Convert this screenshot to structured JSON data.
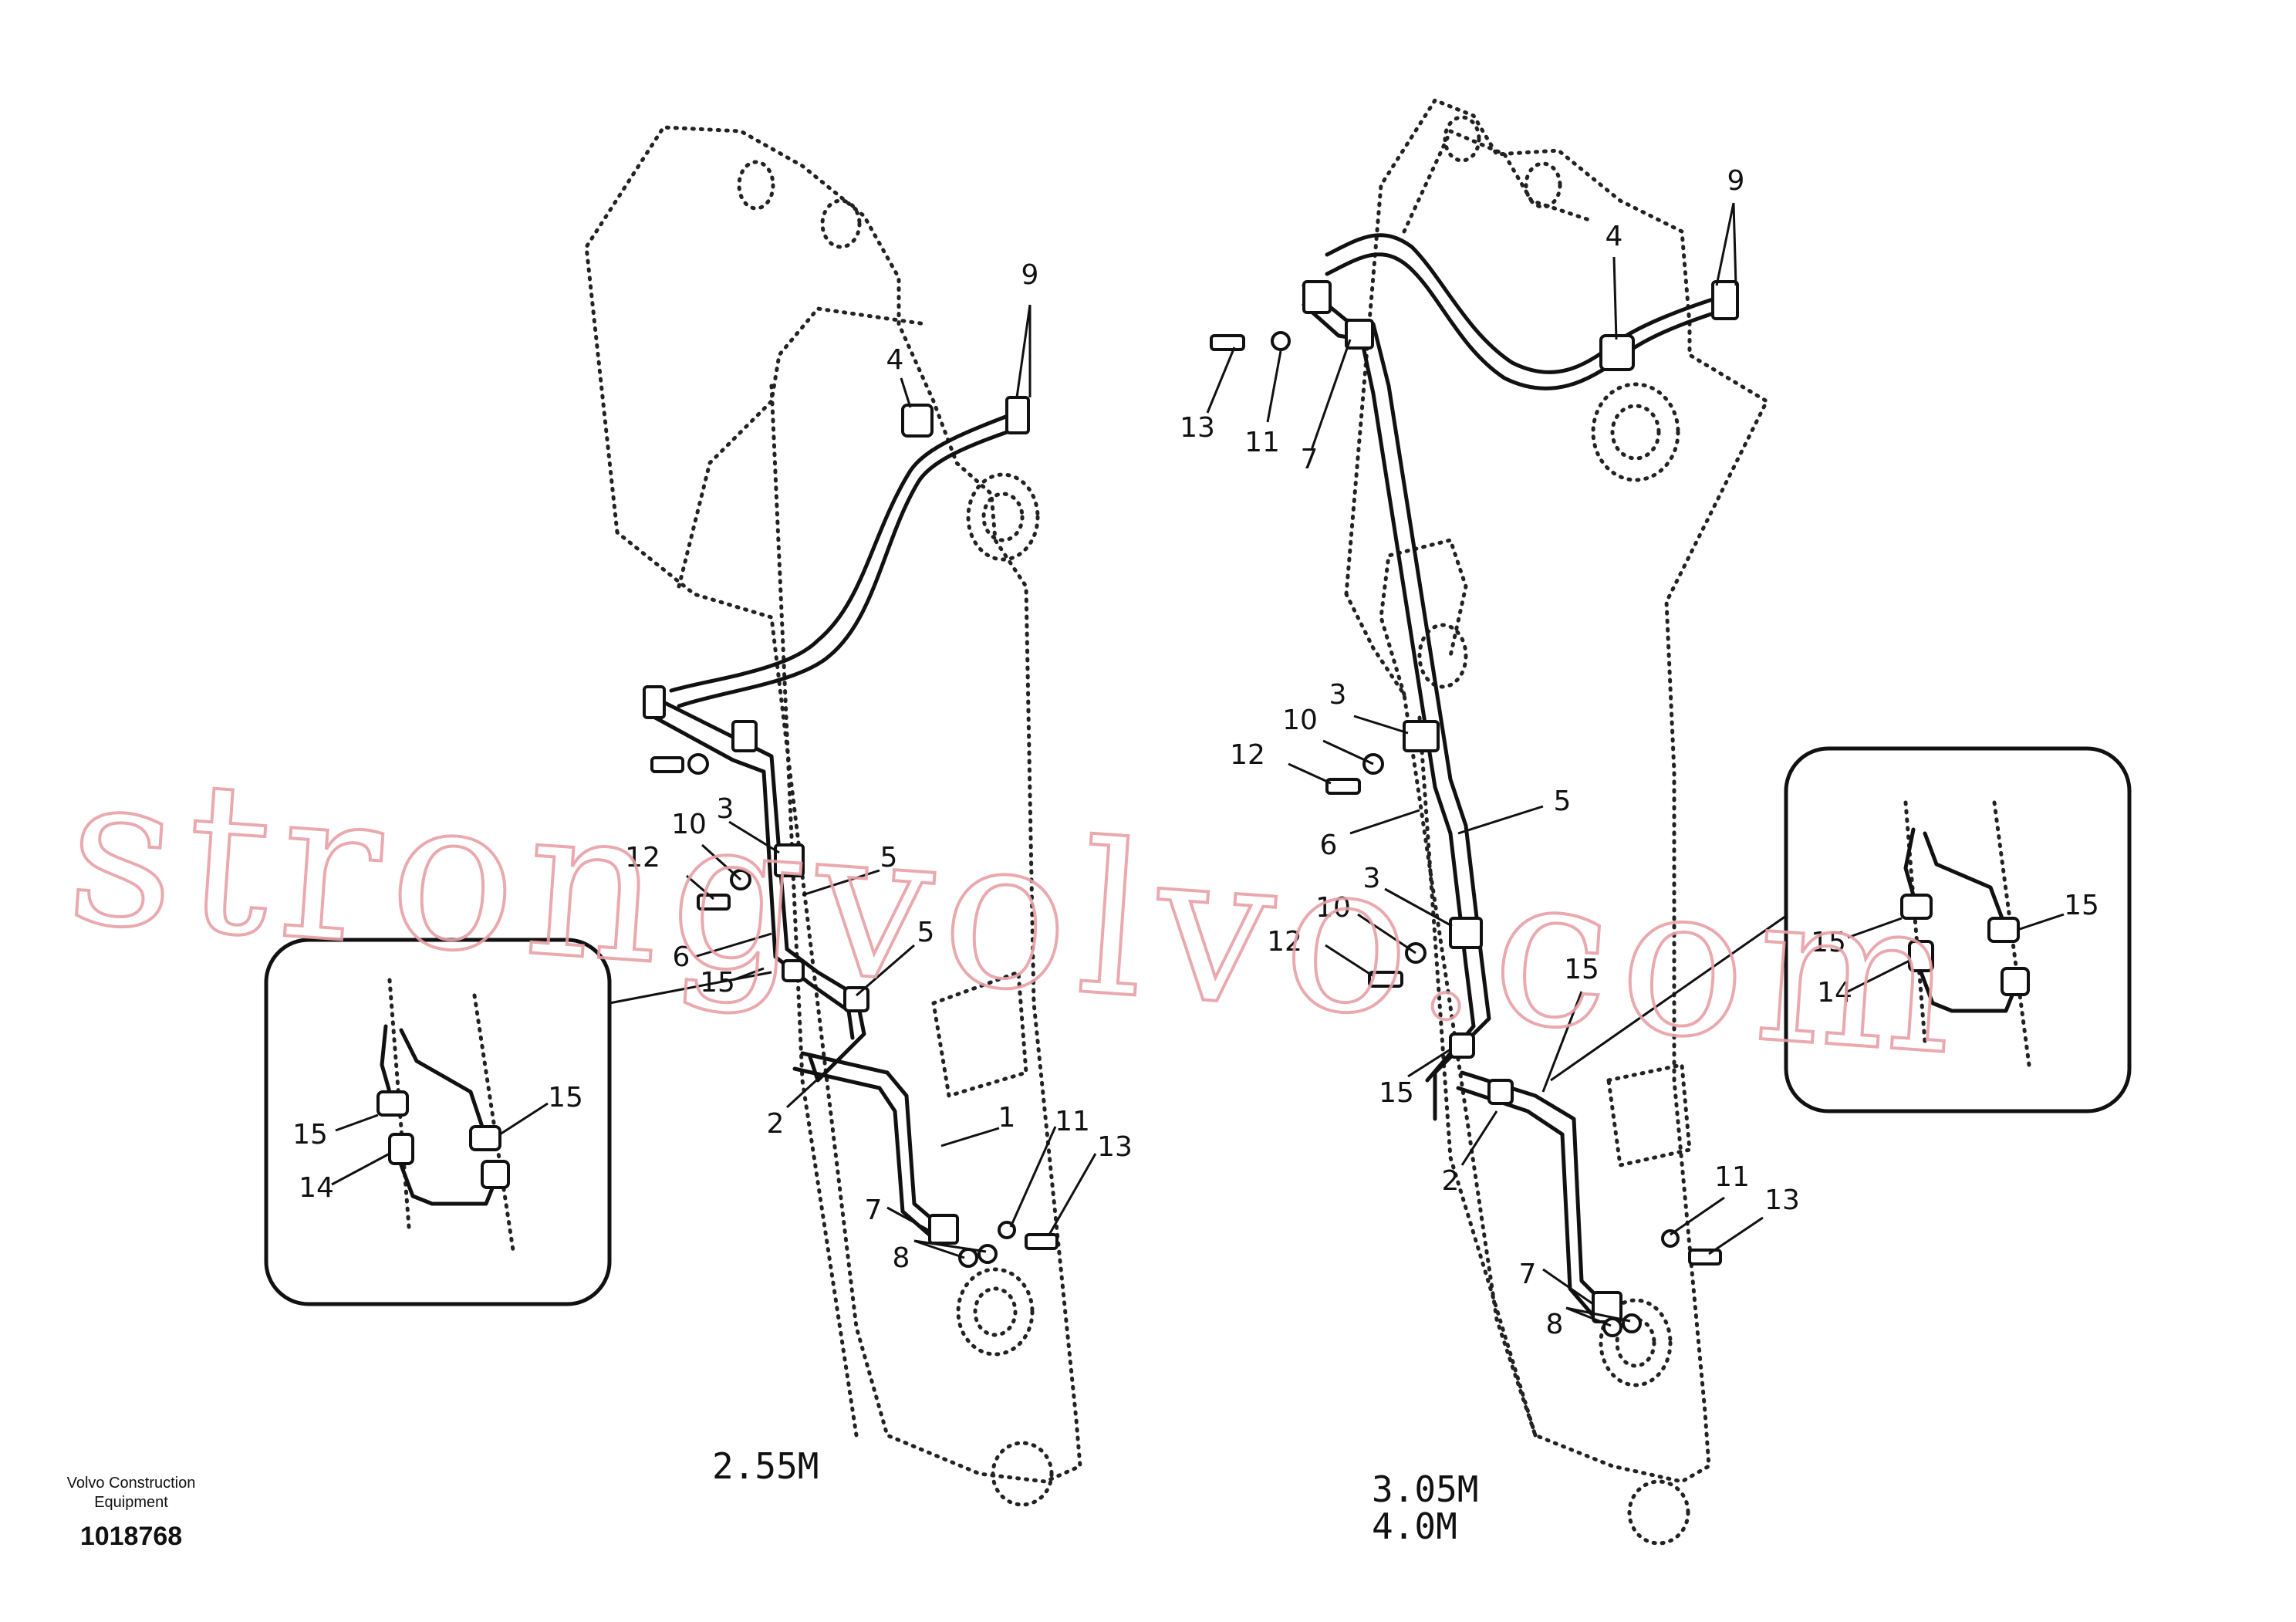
{
  "diagram": {
    "variants": {
      "left": "2.55M",
      "right_line1": "3.05M",
      "right_line2": "4.0M"
    },
    "callouts_left": [
      "9",
      "4",
      "3",
      "10",
      "12",
      "5",
      "6",
      "15",
      "5",
      "2",
      "1",
      "11",
      "13",
      "7",
      "8"
    ],
    "callouts_left_detail": [
      "15",
      "15",
      "14"
    ],
    "callouts_right": [
      "9",
      "4",
      "13",
      "11",
      "7",
      "3",
      "10",
      "12",
      "5",
      "6",
      "3",
      "10",
      "12",
      "15",
      "15",
      "2",
      "11",
      "13",
      "7",
      "8"
    ],
    "callouts_right_detail": [
      "15",
      "15",
      "14"
    ]
  },
  "watermark": "strongvolvo.com",
  "footer": {
    "maker": "Volvo Construction Equipment",
    "doc_number": "1018768"
  },
  "colors": {
    "line": "#111111",
    "watermark": "#e7a0a6",
    "background": "#ffffff"
  }
}
